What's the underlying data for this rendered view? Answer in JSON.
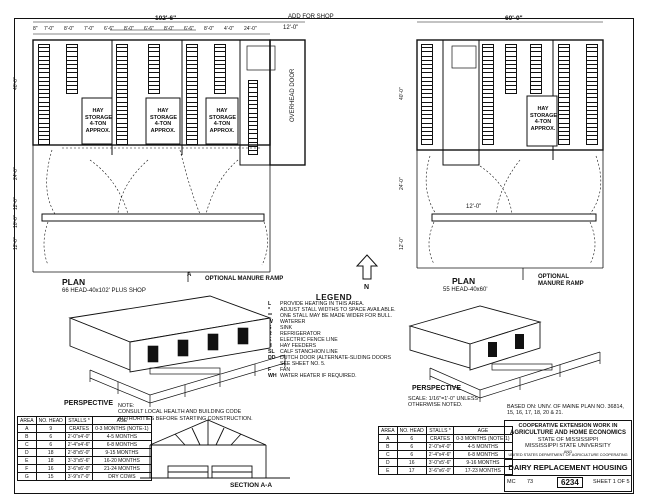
{
  "plan1": {
    "title": "PLAN",
    "subtitle": "66 HEAD-40x102' PLUS SHOP",
    "overall_dim": "102'-6\"",
    "shop_note": "ADD FOR SHOP",
    "shop_dim": "12'-0\"",
    "hay_lines": [
      "HAY",
      "STORAGE",
      "4-TON",
      "APPROX."
    ],
    "door_label": "OVERHEAD DOOR",
    "manure_ramp": "OPTIONAL MANURE RAMP",
    "section_mark": "A",
    "top_dims": [
      "8\"",
      "7'-0\"",
      "8'-0\"",
      "7'-0\"",
      "6'-6\"",
      "8'-0\"",
      "6'-6\"",
      "8'-0\"",
      "6'-6\"",
      "8'-0\"",
      "4'-0\"",
      "24'-0\""
    ],
    "side_dims": [
      "40'-0\"",
      "24'-0\"",
      "12'-0\"",
      "10'-0\"",
      "12'-0\""
    ]
  },
  "plan2": {
    "title": "PLAN",
    "subtitle": "55 HEAD-40x60'",
    "overall_dim": "60'-0\"",
    "hay_lines": [
      "HAY",
      "STORAGE",
      "4-TON",
      "APPROX."
    ],
    "manure_ramp": "OPTIONAL MANURE RAMP",
    "apron_dim": "12'-0\"",
    "side_dims": [
      "40'-0\"",
      "24'-0\"",
      "12'-0\""
    ]
  },
  "north_label": "N",
  "legend": {
    "title": "LEGEND",
    "items": [
      {
        "key": "L",
        "text": "PROVIDE HEATING IN THIS AREA."
      },
      {
        "key": "*",
        "text": "ADJUST STALL WIDTHS TO SPACE AVAILABLE."
      },
      {
        "key": "**",
        "text": "ONE STALL MAY BE MADE WIDER FOR BULL."
      },
      {
        "key": "W",
        "text": "WATERER"
      },
      {
        "key": "S",
        "text": "SINK"
      },
      {
        "key": "R",
        "text": "REFRIGERATOR"
      },
      {
        "key": "E",
        "text": "ELECTRIC FENCE LINE"
      },
      {
        "key": "H",
        "text": "HAY FEEDERS"
      },
      {
        "key": "SL",
        "text": "CALF STANCHION LINE"
      },
      {
        "key": "DD",
        "text": "DUTCH DOOR (ALTERNATE-SLIDING DOORS SEE SHEET NO. 5."
      },
      {
        "key": "F",
        "text": "FAN"
      },
      {
        "key": "WH",
        "text": "WATER HEATER IF REQUIRED."
      }
    ]
  },
  "perspective1": "PERSPECTIVE",
  "perspective2": "PERSPECTIVE",
  "note": "NOTE:\nCONSULT LOCAL HEALTH AND BUILDING CODE AUTHORITIES BEFORE STARTING CONSTRUCTION.",
  "section_title": "SECTION A-A",
  "scale_note": "SCALE: 1/16\"=1'-0\" UNLESS OTHERWISE NOTED.",
  "based_on": "BASED ON: UNIV. OF MAINE PLAN NO. 36814, 15, 16, 17, 18, 20 & 21.",
  "schedule_left": {
    "headers": [
      "AREA",
      "NO. HEAD",
      "STALLS *",
      "AGE"
    ],
    "rows": [
      [
        "A",
        "9",
        "CRATES",
        "0-3 MONTHS (NOTE-1)"
      ],
      [
        "B",
        "6",
        "2'-0\"x4'-0\"",
        "4-5 MONTHS"
      ],
      [
        "C",
        "6",
        "2'-4\"x4'-6\"",
        "6-8 MONTHS"
      ],
      [
        "D",
        "18",
        "2'-8\"x5'-0\"",
        "9-15 MONTHS"
      ],
      [
        "E",
        "18",
        "3'-3\"x5'-6\"",
        "16-20 MONTHS"
      ],
      [
        "F",
        "16",
        "3'-6\"x6'-0\"",
        "21-24 MONTHS"
      ],
      [
        "G",
        "15",
        "3'-9\"x7'-0\"",
        "DRY COWS"
      ]
    ]
  },
  "schedule_right": {
    "headers": [
      "AREA",
      "NO. HEAD",
      "STALLS *",
      "AGE"
    ],
    "rows": [
      [
        "A",
        "6",
        "CRATES",
        "0-3 MONTHS (NOTE-1)"
      ],
      [
        "B",
        "6",
        "2'-0\"x4'-0\"",
        "4-5 MONTHS"
      ],
      [
        "C",
        "6",
        "2'-4\"x4'-6\"",
        "6-8 MONTHS"
      ],
      [
        "D",
        "16",
        "3'-0\"x5'-6\"",
        "9-16 MONTHS"
      ],
      [
        "E",
        "17",
        "3'-6\"x6'-0\"",
        "17-23 MONTHS"
      ]
    ]
  },
  "title_block": {
    "line1": "COOPERATIVE EXTENSION WORK IN",
    "line2": "AGRICULTURE AND HOME ECONOMICS",
    "line3": "STATE OF MISSISSIPPI",
    "line4": "MISSISSIPPI STATE UNIVERSITY",
    "line5": "AND",
    "line6": "UNITED STATES DEPARTMENT OF AGRICULTURE COOPERATING",
    "title": "DAIRY REPLACEMENT HOUSING",
    "date_label": "MC",
    "date_value": "73",
    "plan_no": "6234",
    "sheet": "SHEET 1 OF 5"
  }
}
